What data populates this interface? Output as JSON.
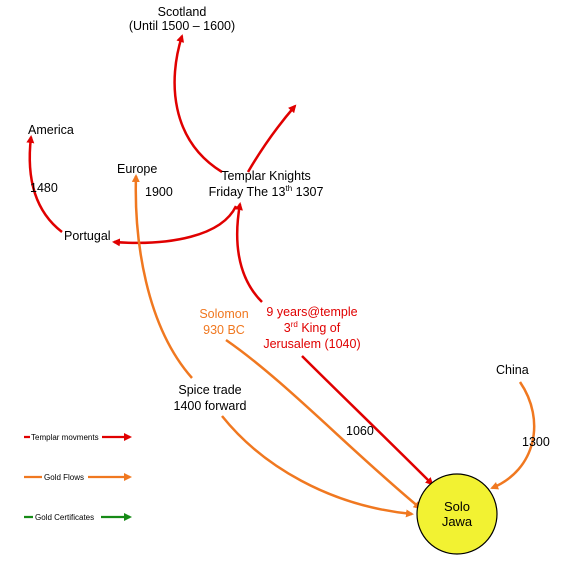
{
  "colors": {
    "templar": "#e00000",
    "gold": "#f07820",
    "certificates": "#168a16",
    "solo_fill": "#f2f232"
  },
  "labels": {
    "scotland": [
      "Scotland",
      "(Until 1500 – 1600)"
    ],
    "america": "America",
    "year_1480": "1480",
    "europe": "Europe",
    "year_1900": "1900",
    "templar_line1": "Templar Knights",
    "templar_line2_pre": "Friday The 13",
    "templar_line2_sup": "th",
    "templar_line2_post": " 1307",
    "portugal": "Portugal",
    "solomon": [
      "Solomon",
      "930 BC"
    ],
    "temple_line1": "9 years@temple",
    "temple_line2_num": "3",
    "temple_line2_sup": "rd",
    "temple_line2_post": " King of",
    "temple_line3": "Jerusalem (1040)",
    "china": "China",
    "spice": [
      "Spice trade",
      "1400 forward"
    ],
    "year_1060": "1060",
    "year_1300": "1300",
    "solo": [
      "Solo",
      "Jawa"
    ]
  },
  "legend": {
    "templar": "Templar movments",
    "gold": "Gold Flows",
    "certificates": "Gold Certificates"
  }
}
